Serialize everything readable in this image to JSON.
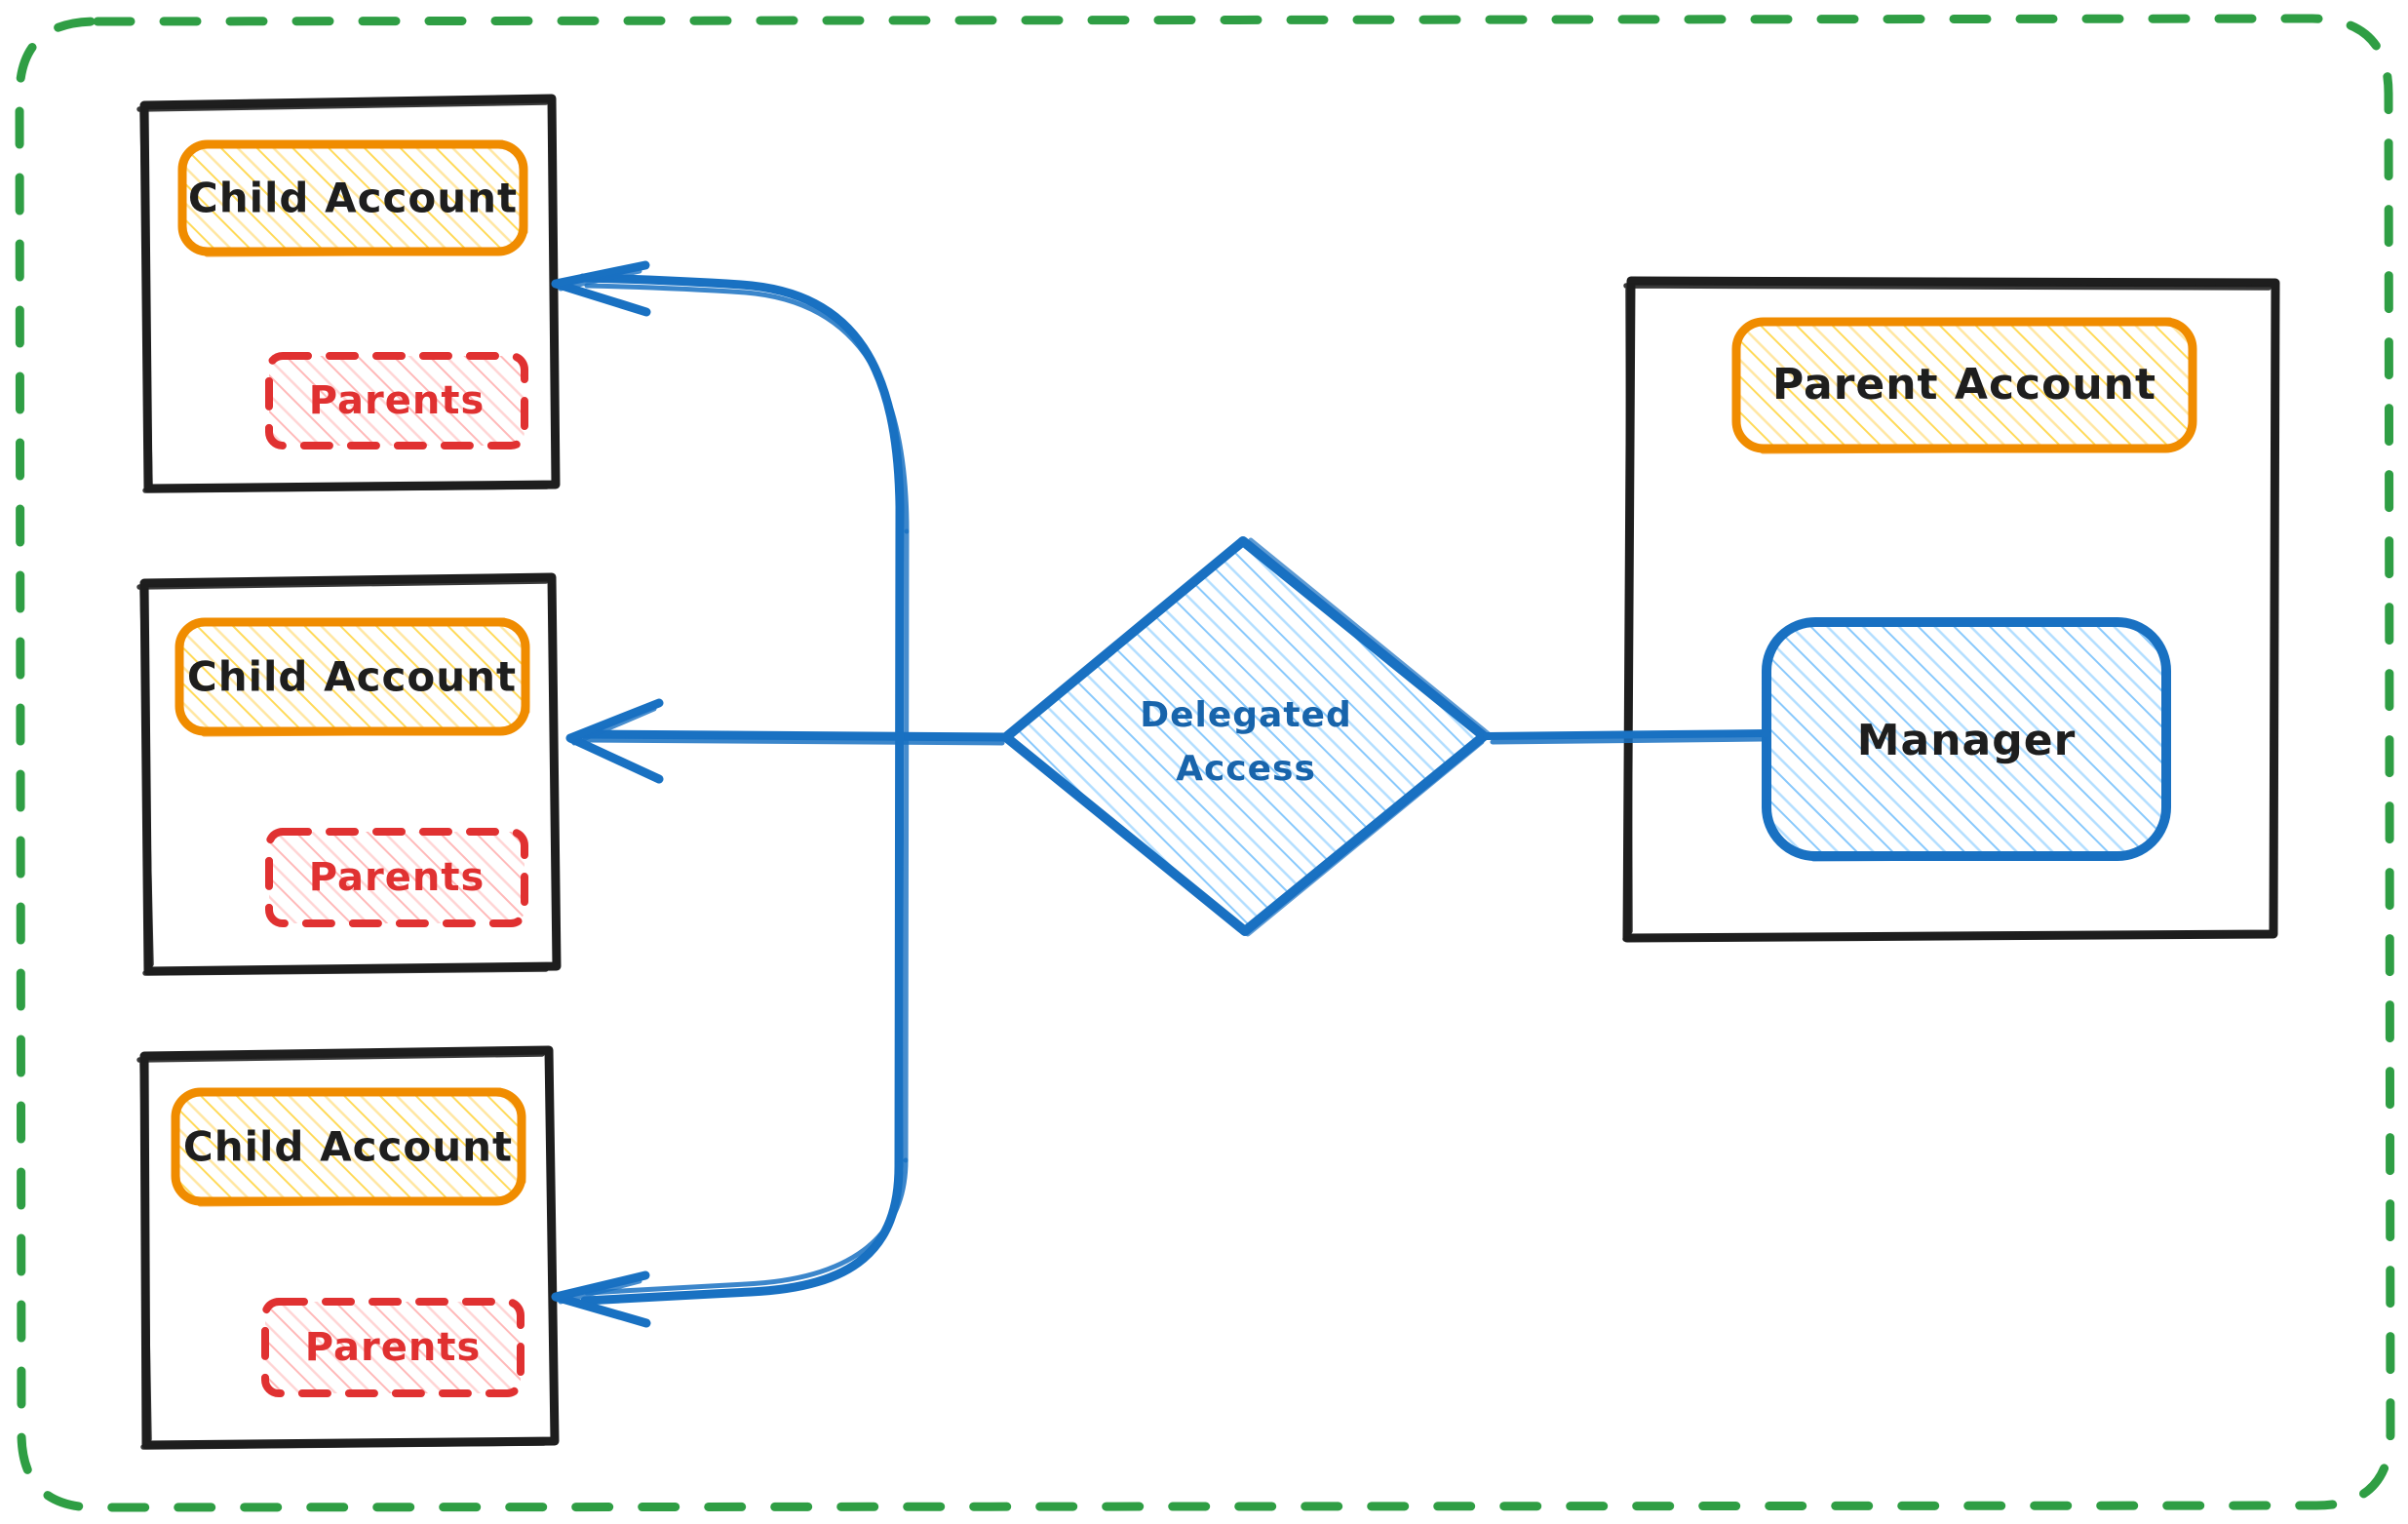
{
  "diagram": {
    "title": "Delegated Access",
    "type": "hand-drawn-architecture-diagram",
    "boundary": {
      "name": "outer-boundary",
      "style": "dashed-rounded-rectangle",
      "color": "#2f9e44"
    },
    "colors": {
      "boundary_green": "#2f9e44",
      "frame_black": "#1e1e1e",
      "account_orange": "#f08c00",
      "account_fill_yellow": "#ffec99",
      "parents_red": "#e03131",
      "parents_fill_pink": "#ffc9c9",
      "link_blue": "#1971c2",
      "node_fill_blue": "#a5d8ff",
      "text_blue": "#1864ab",
      "text_dark": "#1e1e1e",
      "background": "#ffffff"
    },
    "child_frames": [
      {
        "name": "child-frame-1",
        "account_label": "Child Account",
        "parents_label": "Parents"
      },
      {
        "name": "child-frame-2",
        "account_label": "Child Account",
        "parents_label": "Parents"
      },
      {
        "name": "child-frame-3",
        "account_label": "Child Account",
        "parents_label": "Parents"
      }
    ],
    "parent_frame": {
      "name": "parent-frame",
      "account_label": "Parent Account",
      "manager_label": "Manager"
    },
    "decision": {
      "name": "delegated-access-diamond",
      "line1": "Delegated",
      "line2": "Access"
    },
    "connections": [
      {
        "from": "Manager",
        "to": "Delegated Access",
        "arrow": false
      },
      {
        "from": "Delegated Access",
        "to": "Child Account 1",
        "arrow": true
      },
      {
        "from": "Delegated Access",
        "to": "Child Account 2",
        "arrow": true
      },
      {
        "from": "Delegated Access",
        "to": "Child Account 3",
        "arrow": true
      }
    ]
  }
}
